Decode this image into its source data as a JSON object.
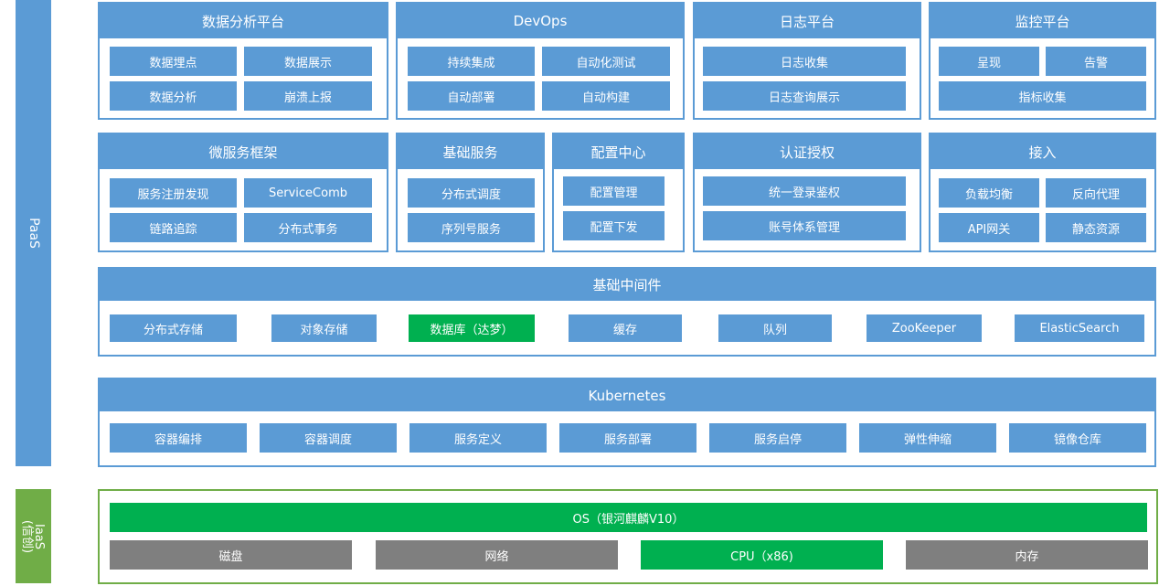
{
  "side_labels": {
    "paas": "PaaS",
    "iaas_line1": "IaaS",
    "iaas_line2": "(信创)"
  },
  "row1": [
    {
      "title": "数据分析平台",
      "items": [
        "数据埋点",
        "数据展示",
        "数据分析",
        "崩溃上报"
      ]
    },
    {
      "title": "DevOps",
      "items": [
        "持续集成",
        "自动化测试",
        "自动部署",
        "自动构建"
      ]
    },
    {
      "title": "日志平台",
      "items": [
        "日志收集",
        "日志查询展示"
      ]
    },
    {
      "title": "监控平台",
      "items": [
        "呈现",
        "告警",
        "指标收集"
      ]
    }
  ],
  "row2": [
    {
      "title": "微服务框架",
      "items": [
        "服务注册发现",
        "ServiceComb",
        "链路追踪",
        "分布式事务"
      ]
    },
    {
      "title": "基础服务",
      "items": [
        "分布式调度",
        "序列号服务"
      ]
    },
    {
      "title": "配置中心",
      "items": [
        "配置管理",
        "配置下发"
      ]
    },
    {
      "title": "认证授权",
      "items": [
        "统一登录鉴权",
        "账号体系管理"
      ]
    },
    {
      "title": "接入",
      "items": [
        "负载均衡",
        "反向代理",
        "API网关",
        "静态资源"
      ]
    }
  ],
  "middleware": {
    "title": "基础中间件",
    "items": [
      "分布式存储",
      "对象存储",
      "数据库（达梦）",
      "缓存",
      "队列",
      "ZooKeeper",
      "ElasticSearch"
    ]
  },
  "kubernetes": {
    "title": "Kubernetes",
    "items": [
      "容器编排",
      "容器调度",
      "服务定义",
      "服务部署",
      "服务启停",
      "弹性伸缩",
      "镜像仓库"
    ]
  },
  "iaas": {
    "os": "OS（银河麒麟V10）",
    "items": [
      "磁盘",
      "网络",
      "CPU（x86)",
      "内存"
    ]
  },
  "colors": {
    "blue": "#5b9bd5",
    "green": "#00b050",
    "gray": "#7f7f7f",
    "iaas_border": "#70ad47"
  }
}
